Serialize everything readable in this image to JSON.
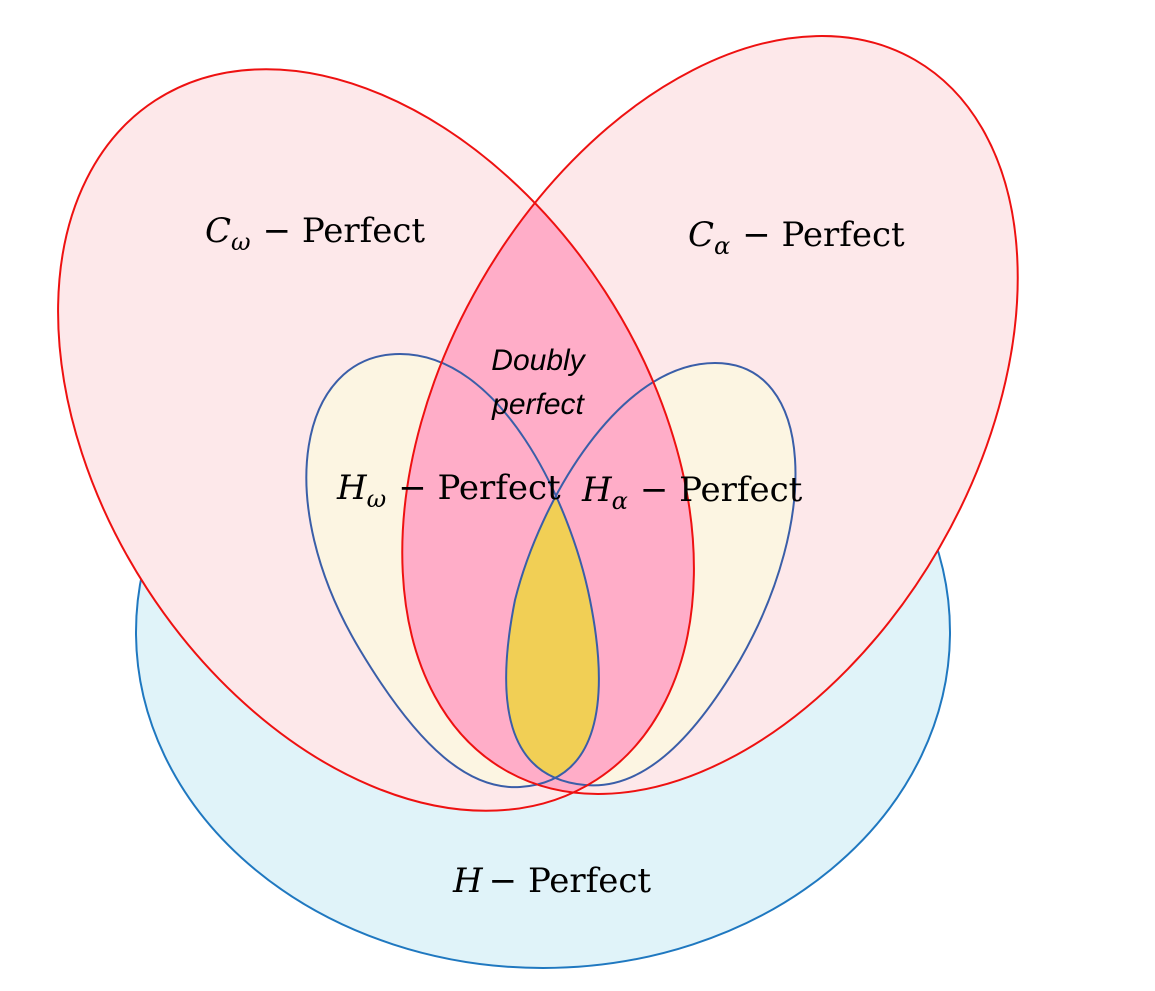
{
  "colors": {
    "h_perfect_fill": "#e0f3f9",
    "h_perfect_stroke": "#1f78c0",
    "c_perfect_fill": "#fde8ea",
    "c_perfect_stroke": "#ee1111",
    "c_overlap_fill": "#ffadc8",
    "h_sub_fill": "#fcf5e2",
    "h_sub_stroke": "#3a5ea8",
    "core_overlap_fill": "#f1cf55"
  },
  "labels": {
    "c_omega": {
      "var": "C",
      "sub": "ω",
      "text": "− Perfect"
    },
    "c_alpha": {
      "var": "C",
      "sub": "α",
      "text": "− Perfect"
    },
    "h_omega": {
      "var": "H",
      "sub": "ω",
      "text": "− Perfect"
    },
    "h_alpha": {
      "var": "H",
      "sub": "α",
      "text": "− Perfect"
    },
    "h": {
      "var": "H",
      "text": "−  Perfect"
    },
    "doubly_line1": "Doubly",
    "doubly_line2": "perfect"
  }
}
